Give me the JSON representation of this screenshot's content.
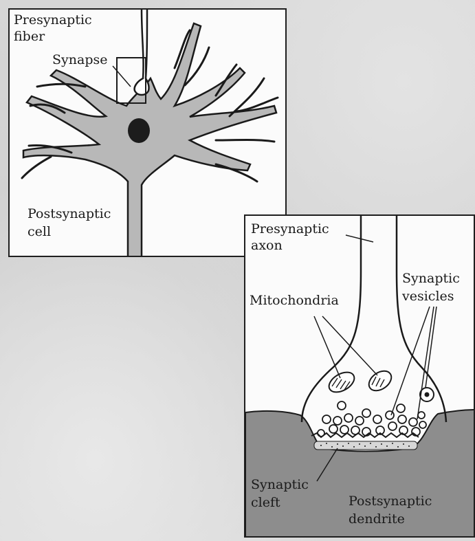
{
  "neuron_panel": {
    "presynaptic_fiber_line1": "Presynaptic",
    "presynaptic_fiber_line2": "fiber",
    "synapse": "Synapse",
    "postsynaptic_cell_line1": "Postsynaptic",
    "postsynaptic_cell_line2": "cell"
  },
  "synapse_panel": {
    "presynaptic_axon_line1": "Presynaptic",
    "presynaptic_axon_line2": "axon",
    "mitochondria": "Mitochondria",
    "synaptic_vesicles_line1": "Synaptic",
    "synaptic_vesicles_line2": "vesicles",
    "synaptic_cleft_line1": "Synaptic",
    "synaptic_cleft_line2": "cleft",
    "postsynaptic_dendrite_line1": "Postsynaptic",
    "postsynaptic_dendrite_line2": "dendrite"
  },
  "colors": {
    "cell_fill": "#b8b8b8",
    "nucleus": "#1c1c1c",
    "dendrite_tissue": "#8d8d8d",
    "ink": "#1a1a1a"
  }
}
